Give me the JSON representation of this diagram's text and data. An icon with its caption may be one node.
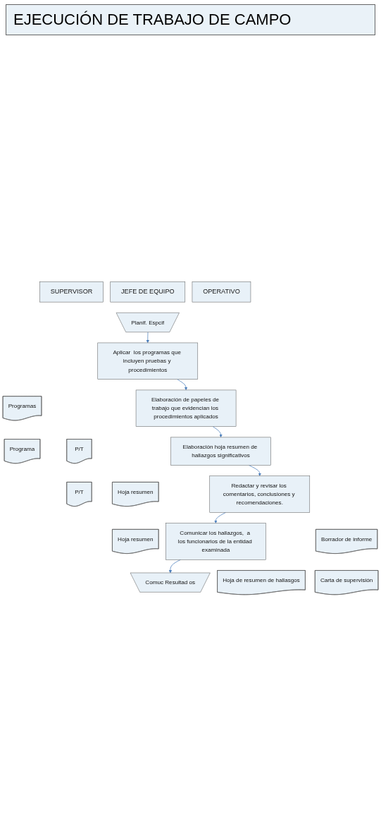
{
  "diagram": {
    "title": "EJECUCIÓN DE TRABAJO DE CAMPO",
    "nodes": [
      {
        "text": [
          "SUPERVISOR"
        ]
      },
      {
        "text": [
          "JEFE DE EQUIPO"
        ]
      },
      {
        "text": [
          "OPERATIVO"
        ]
      },
      {
        "text": [
          "Planif. Espcif"
        ]
      },
      {
        "text": [
          "Aplicar  los programas que incluyen pruebas y procedimientos"
        ]
      },
      {
        "text": [
          "Programas"
        ]
      },
      {
        "text": [
          "Programa"
        ]
      },
      {
        "text": [
          "Elaboración de papeles de trabajo que evidencian los procedimientos aplicados"
        ]
      },
      {
        "text": [
          "P/T"
        ]
      },
      {
        "text": [
          "P/T"
        ]
      },
      {
        "text": [
          "Elaboración hoja resumen de hallazgos significativos"
        ]
      },
      {
        "text": [
          "Hoja resumen"
        ]
      },
      {
        "text": [
          "Hoja resumen"
        ]
      },
      {
        "text": [
          "Redactar y revisar los comentarios, conclusiones y recomendaciones."
        ]
      },
      {
        "text": [
          "Borrador de informe"
        ]
      },
      {
        "text": [
          "Carta de supervisión"
        ]
      },
      {
        "text": [
          "Comunicar los hallazgos,  a los funcionarios de la entidad examinada"
        ]
      },
      {
        "text": [
          "Hoja de resumen de hallasgos"
        ]
      },
      {
        "text": [
          "Comuc Resultad os"
        ]
      }
    ],
    "edges": [
      {
        "from": 3,
        "to": 4,
        "arrow": "to"
      },
      {
        "from": 4,
        "to": 7,
        "arrow": "to"
      },
      {
        "from": 7,
        "to": 10,
        "arrow": "to"
      },
      {
        "from": 10,
        "to": 13,
        "arrow": "to"
      },
      {
        "from": 13,
        "to": 16,
        "arrow": "to"
      },
      {
        "from": 16,
        "to": 18,
        "arrow": "to"
      }
    ]
  }
}
